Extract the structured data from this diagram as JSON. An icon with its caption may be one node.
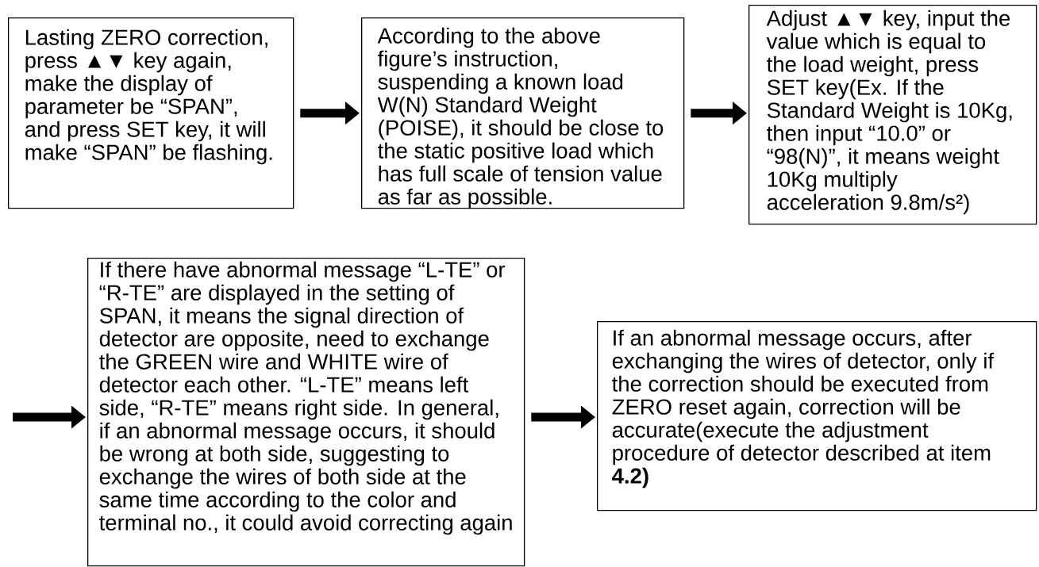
{
  "diagram": {
    "nodes": [
      {
        "text": [
          "Lasting ZERO correction, press ▲▼ key again, make the display of parameter be “SPAN”, and press SET key, it will make “SPAN” be flashing."
        ]
      },
      {
        "text": [
          "According to the above figure’s instruction, suspending a known load W(N) Standard Weight (POISE), it should be close to the static positive load which has full scale of tension value as far as possible."
        ]
      },
      {
        "text": [
          "Adjust ▲▼ key, input the value which is equal to the load weight, press SET key(Ex. If the Standard Weight is 10Kg, then input “10.0” or “98(N)”, it means weight 10Kg multiply acceleration 9.8m/s²)"
        ]
      },
      {
        "text": [
          "If there have abnormal message “L-TE” or “R-TE” are displayed in the setting of SPAN, it means the signal direction of detector are opposite, need to exchange the GREEN wire and WHITE wire of detector each other. “L-TE” means left side, “R-TE” means right side. In general, if an abnormal message occurs, it should be wrong at both side, suggesting to exchange the wires of both side at the same time according to the color and terminal no., it could avoid correcting again"
        ]
      },
      {
        "text": [
          "If an abnormal message occurs, after exchanging the wires of detector, only if the correction should be executed from ZERO reset again, correction will be accurate(execute the adjustment procedure of detector described at item **4.2)**"
        ]
      }
    ],
    "edges": [
      {
        "from": 0,
        "to": 1,
        "arrow": "to"
      },
      {
        "from": 1,
        "to": 2,
        "arrow": "to"
      },
      {
        "from": null,
        "to": 3,
        "arrow": "to"
      },
      {
        "from": 3,
        "to": 4,
        "arrow": "to"
      }
    ]
  }
}
